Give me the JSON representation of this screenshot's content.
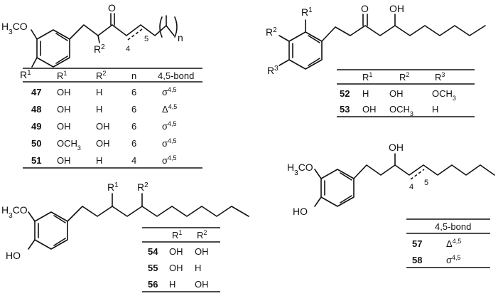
{
  "molecules": {
    "top_left": {
      "ome": "H3CO",
      "r1": "R1",
      "r2": "R2",
      "o": "O",
      "num4": "4",
      "num5": "5",
      "n": "n"
    },
    "top_right": {
      "r1": "R1",
      "r2": "R2",
      "r3": "R3",
      "o": "O",
      "oh": "OH"
    },
    "bottom_left": {
      "ome": "H3CO",
      "ho": "HO",
      "r1": "R1",
      "r2": "R2"
    },
    "bottom_right": {
      "ome": "H3CO",
      "ho": "HO",
      "oh": "OH",
      "num4": "4",
      "num5": "5"
    }
  },
  "tables": {
    "t1": {
      "headers": [
        "R1",
        "R2",
        "n",
        "4,5-bond"
      ],
      "rows": [
        {
          "id": "47",
          "r1": "OH",
          "r2": "H",
          "n": "6",
          "bond": "σ4,5"
        },
        {
          "id": "48",
          "r1": "OH",
          "r2": "H",
          "n": "6",
          "bond": "Δ4,5"
        },
        {
          "id": "49",
          "r1": "OH",
          "r2": "OH",
          "n": "6",
          "bond": "σ4,5"
        },
        {
          "id": "50",
          "r1": "OCH3",
          "r2": "OH",
          "n": "6",
          "bond": "σ4,5"
        },
        {
          "id": "51",
          "r1": "OH",
          "r2": "H",
          "n": "4",
          "bond": "σ4,5"
        }
      ]
    },
    "t2": {
      "headers": [
        "R1",
        "R2",
        "R3"
      ],
      "rows": [
        {
          "id": "52",
          "r1": "H",
          "r2": "OH",
          "r3": "OCH3"
        },
        {
          "id": "53",
          "r1": "OH",
          "r2": "OCH3",
          "r3": "H"
        }
      ]
    },
    "t3": {
      "headers": [
        "R1",
        "R2"
      ],
      "rows": [
        {
          "id": "54",
          "r1": "OH",
          "r2": "OH"
        },
        {
          "id": "55",
          "r1": "OH",
          "r2": "H"
        },
        {
          "id": "56",
          "r1": "H",
          "r2": "OH"
        }
      ]
    },
    "t4": {
      "headers": [
        "4,5-bond"
      ],
      "rows": [
        {
          "id": "57",
          "bond": "Δ4,5"
        },
        {
          "id": "58",
          "bond": "σ4,5"
        }
      ]
    }
  }
}
